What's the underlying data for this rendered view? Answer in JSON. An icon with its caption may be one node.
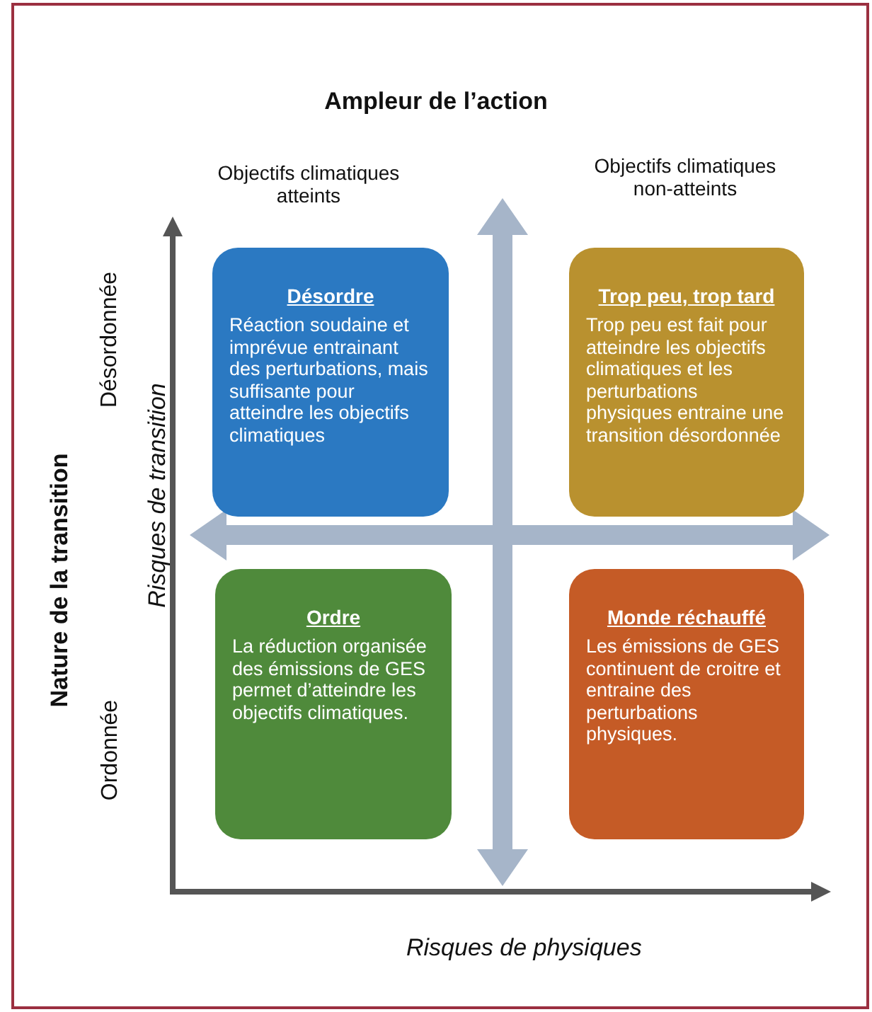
{
  "diagram": {
    "title": "Ampleur de l’action",
    "nodes": [
      {
        "text": [
          "Désordre",
          "Réaction soudaine et imprévue entrainant des perturbations, mais suffisante pour atteindre les objectifs climatiques"
        ]
      },
      {
        "text": [
          "Trop peu, trop tard",
          "Trop peu est fait pour atteindre les objectifs climatiques et les perturbations physiques entraine une transition désordonnée"
        ]
      },
      {
        "text": [
          "Ordre",
          "La réduction organisée des émissions de GES permet d’atteindre les objectifs climatiques."
        ]
      },
      {
        "text": [
          "Monde réchauffé",
          "Les émissions de GES continuent de croitre et entraine des perturbations physiques."
        ]
      }
    ],
    "labels": [
      "Objectifs climatiques atteints",
      "Objectifs climatiques non-atteints",
      "Désordonnée",
      "Nature de la transition",
      "Risques de transition",
      "Ordonnée",
      "Risques de physiques"
    ]
  }
}
